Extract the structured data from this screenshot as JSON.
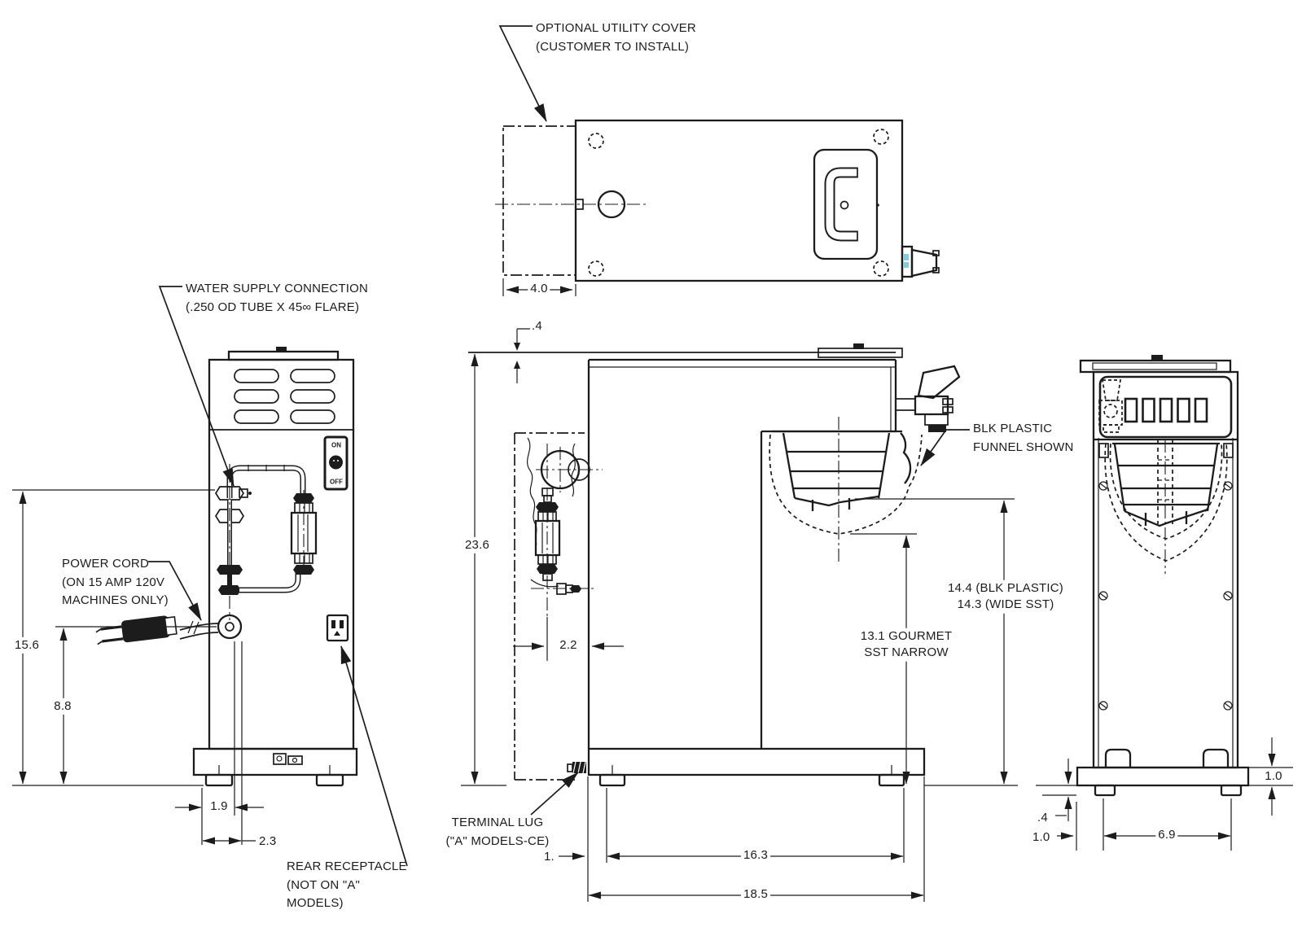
{
  "drawing": {
    "annotations": {
      "optional_utility_cover": "OPTIONAL UTILITY COVER\n(CUSTOMER TO INSTALL)",
      "water_supply_connection": "WATER SUPPLY CONNECTION\n(.250 OD TUBE X 45∞ FLARE)",
      "power_cord": "POWER CORD\n(ON 15 AMP 120V\nMACHINES ONLY)",
      "rear_receptacle": "REAR RECEPTACLE\n(NOT ON \"A\"\nMODELS)",
      "blk_plastic_funnel": "BLK PLASTIC\nFUNNEL SHOWN",
      "funnel_height_blk_wide": "14.4 (BLK PLASTIC)\n14.3 (WIDE SST)",
      "funnel_height_gourmet": "13.1 GOURMET\nSST NARROW",
      "terminal_lug": "TERMINAL LUG\n(\"A\" MODELS-CE)"
    },
    "dimensions": {
      "cover_depth": "4.0",
      "top_lip": ".4",
      "overall_height": "23.6",
      "water_supply_height": "15.6",
      "power_cord_height": "8.8",
      "foot_to_cord": "1.9",
      "foot_to_front": "2.3",
      "rear_clearance": "2.2",
      "lug_offset": "1.",
      "foot_span_depth": "16.3",
      "base_depth": "18.5",
      "front_foot_height": ".4",
      "front_base_offset": "1.0",
      "front_foot_span": "6.9",
      "front_base_height": "1.0"
    },
    "switch": {
      "on_label": "ON",
      "off_label": "OFF"
    },
    "colors": {
      "line": "#1c1c1c",
      "background": "#ffffff",
      "accent_cyan": "#7fcde0"
    }
  }
}
